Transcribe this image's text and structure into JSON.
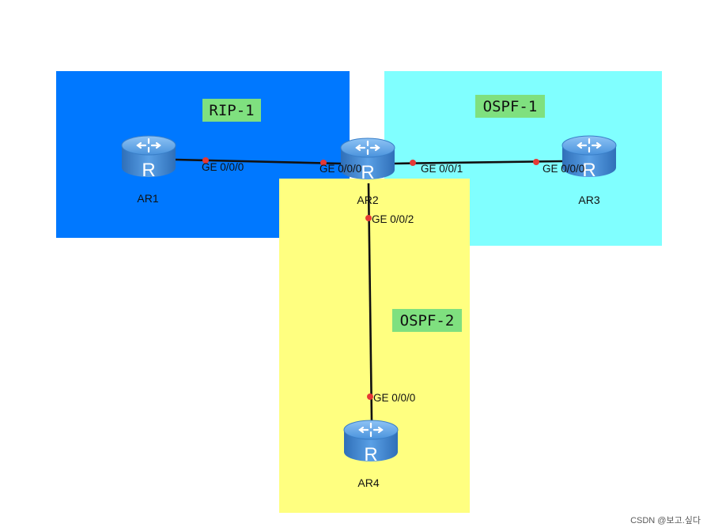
{
  "colors": {
    "rip_area": "#0078ff",
    "ospf1_area": "#80ffff",
    "ospf2_area": "#ffff80",
    "label_bg": "#7fe07f",
    "link": "#111111",
    "port_dot": "#e53935",
    "router_body": "#3f86d6"
  },
  "areas": {
    "rip": "RIP-1",
    "ospf1": "OSPF-1",
    "ospf2": "OSPF-2"
  },
  "routers": {
    "ar1": "AR1",
    "ar2": "AR2",
    "ar3": "AR3",
    "ar4": "AR4"
  },
  "ports": {
    "ar1_ge000": "GE 0/0/0",
    "ar2_ge000": "GE 0/0/0",
    "ar2_ge001": "GE 0/0/1",
    "ar3_ge000": "GE 0/0/0",
    "ar2_ge002": "GE 0/0/2",
    "ar4_ge000": "GE 0/0/0"
  },
  "router_glyph": "R",
  "watermark": "CSDN @보고.싶다",
  "icons": [
    "router-icon"
  ]
}
